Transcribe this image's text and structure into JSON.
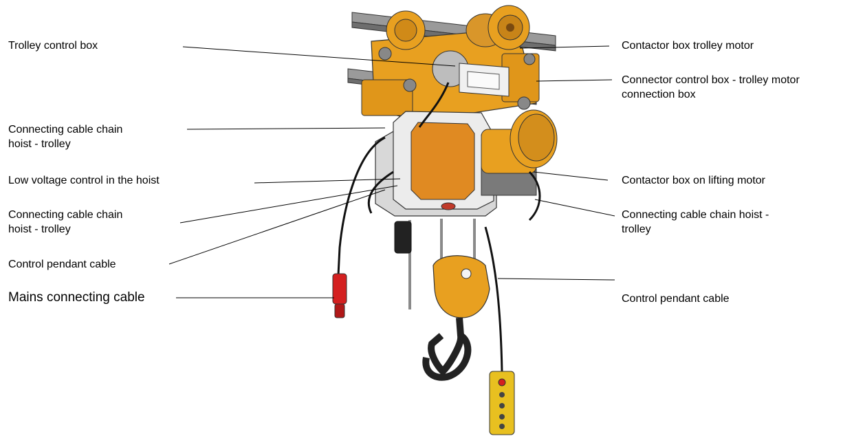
{
  "labels": {
    "trolley_control_box": "Trolley control box",
    "connecting_cable_left_1_line1": "Connecting cable chain",
    "connecting_cable_left_1_line2": "hoist - trolley",
    "low_voltage_control": "Low voltage control in the hoist",
    "connecting_cable_left_2_line1": "Connecting cable chain",
    "connecting_cable_left_2_line2": "hoist - trolley",
    "control_pendant_cable_left": "Control pendant cable",
    "mains_connecting_cable": "Mains connecting cable",
    "contactor_box_trolley_motor": "Contactor box trolley motor",
    "connector_control_box_line1": "Connector control box - trolley motor",
    "connector_control_box_line2": "connection box",
    "contactor_box_lifting_motor": "Contactor box on lifting motor",
    "connecting_cable_right_line1": "Connecting cable chain hoist -",
    "connecting_cable_right_line2": "trolley",
    "control_pendant_cable_right": "Control pendant cable"
  },
  "colors": {
    "hoist_orange": "#e8a020",
    "body_grey": "#d8d8d8",
    "steel_grey": "#8a8a8a",
    "cable_black": "#111111",
    "plug_red": "#d42020",
    "pendant_yellow": "#e8c020"
  }
}
